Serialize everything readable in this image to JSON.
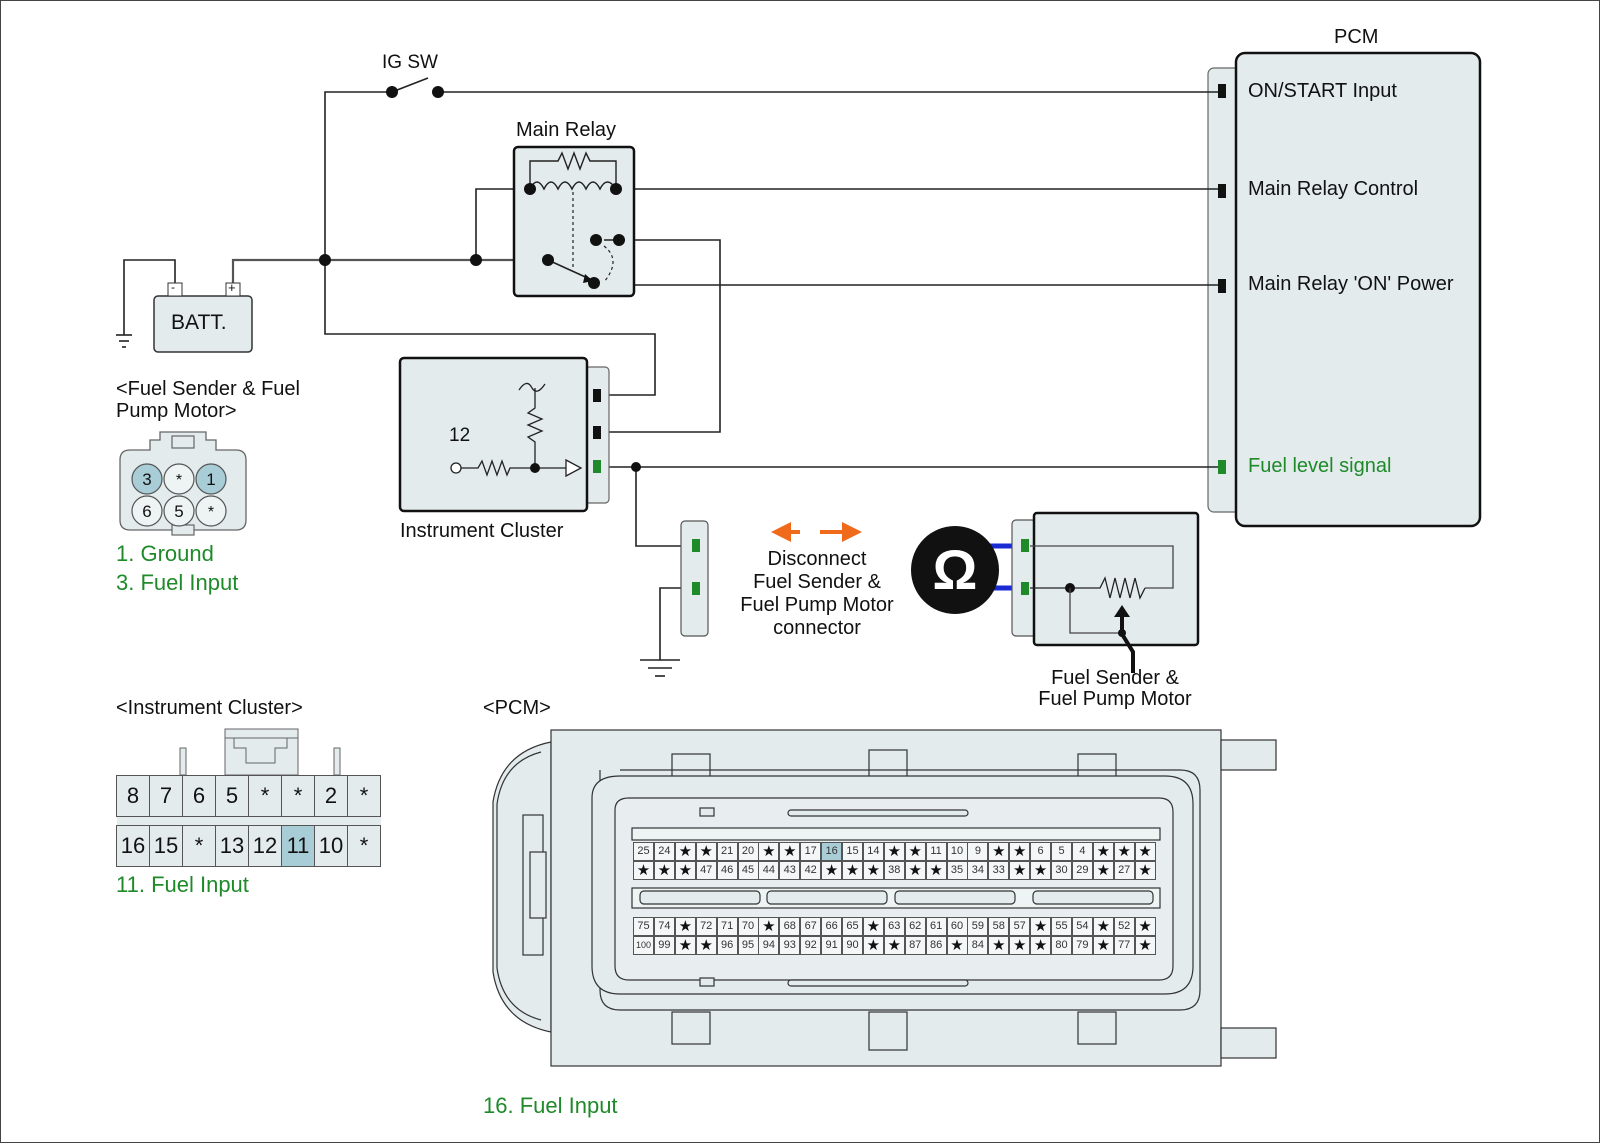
{
  "components": {
    "ig_switch": "IG SW",
    "main_relay": "Main Relay",
    "battery": "BATT.",
    "battery_neg": "-",
    "battery_pos": "+",
    "pcm_title": "PCM",
    "instrument_cluster": "Instrument Cluster",
    "cluster_pin_number": "12",
    "fuel_sender_module": "Fuel Sender &\nFuel Pump Motor",
    "ohm_symbol": "Ω"
  },
  "pcm_terminals": [
    {
      "label": "ON/START Input",
      "color": "#111111"
    },
    {
      "label": "Main Relay Control",
      "color": "#111111"
    },
    {
      "label": "Main Relay 'ON' Power",
      "color": "#111111"
    },
    {
      "label": "Fuel level signal",
      "color": "#1f8a2a"
    }
  ],
  "instruction": {
    "text": "Disconnect\nFuel Sender &\nFuel Pump Motor\nconnector",
    "arrow_color": "#f06a1c"
  },
  "fuel_sender_connector": {
    "title": "<Fuel Sender & Fuel\nPump Motor>",
    "rows": [
      [
        {
          "pin": "3",
          "hl": true
        },
        {
          "pin": "*",
          "hl": false
        },
        {
          "pin": "1",
          "hl": true
        }
      ],
      [
        {
          "pin": "6",
          "hl": false
        },
        {
          "pin": "5",
          "hl": false
        },
        {
          "pin": "*",
          "hl": false
        }
      ]
    ],
    "notes": [
      "1. Ground",
      "3. Fuel Input"
    ]
  },
  "cluster_connector": {
    "title": "<Instrument Cluster>",
    "rows": [
      [
        "8",
        "7",
        "6",
        "5",
        "*",
        "*",
        "2",
        "*"
      ],
      [
        "16",
        "15",
        "*",
        "13",
        "12",
        "11",
        "10",
        "*"
      ]
    ],
    "highlight": "11",
    "notes": [
      "11. Fuel Input"
    ]
  },
  "pcm_connector": {
    "title": "<PCM>",
    "highlight": "16",
    "rows": [
      [
        "25",
        "24",
        "*",
        "*",
        "21",
        "20",
        "*",
        "*",
        "17",
        "16",
        "15",
        "14",
        "*",
        "*",
        "11",
        "10",
        "9",
        "*",
        "*",
        "6",
        "5",
        "4",
        "*",
        "*",
        "*"
      ],
      [
        "*",
        "*",
        "*",
        "47",
        "46",
        "45",
        "44",
        "43",
        "42",
        "*",
        "*",
        "*",
        "38",
        "*",
        "*",
        "35",
        "34",
        "33",
        "*",
        "*",
        "30",
        "29",
        "*",
        "27",
        "*"
      ],
      [
        "75",
        "74",
        "*",
        "72",
        "71",
        "70",
        "*",
        "68",
        "67",
        "66",
        "65",
        "*",
        "63",
        "62",
        "61",
        "60",
        "59",
        "58",
        "57",
        "*",
        "55",
        "54",
        "*",
        "52",
        "*"
      ],
      [
        "100",
        "99",
        "*",
        "*",
        "96",
        "95",
        "94",
        "93",
        "92",
        "91",
        "90",
        "*",
        "*",
        "87",
        "86",
        "*",
        "84",
        "*",
        "*",
        "*",
        "80",
        "79",
        "*",
        "77",
        "*"
      ]
    ],
    "notes": [
      "16. Fuel Input"
    ]
  },
  "colors": {
    "accent_green": "#1f8a2a",
    "highlight_blue": "#a8cdd7",
    "probe_blue": "#1a2bd6",
    "panel_fill": "#e3ebed"
  }
}
